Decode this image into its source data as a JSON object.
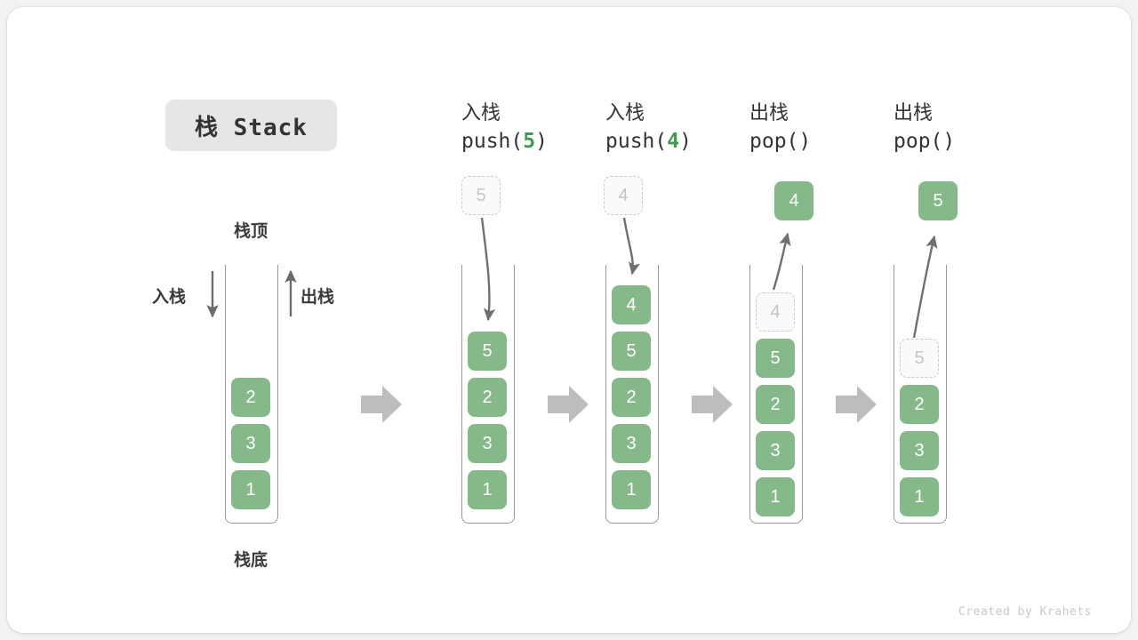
{
  "title": "栈 Stack",
  "labels": {
    "top": "栈顶",
    "bottom": "栈底",
    "push_side": "入栈",
    "pop_side": "出栈"
  },
  "credit": "Created by Krahets",
  "colors": {
    "cell_fill": "#86b98a",
    "cell_text": "#ffffff",
    "ghost_border": "#c9c9c9",
    "ghost_text": "#c4c4c4",
    "accent_value": "#3f9a4f",
    "tube_stroke": "#9a9a9a",
    "arrow_gray": "#bdbdbd",
    "curve_stroke": "#707070",
    "title_chip_bg": "#e6e6e6",
    "card_bg": "#ffffff",
    "page_bg": "#f2f2f2"
  },
  "steps": [
    {
      "id": "initial",
      "caption_cn": "",
      "caption_code": "",
      "caption_value": "",
      "stack": [
        "2",
        "3",
        "1"
      ],
      "floating": null,
      "ghost_in_stack": null,
      "op": "initial"
    },
    {
      "id": "push-5",
      "caption_cn": "入栈",
      "caption_code_prefix": "push(",
      "caption_value": "5",
      "caption_code_suffix": ")",
      "stack": [
        "5",
        "2",
        "3",
        "1"
      ],
      "floating": {
        "value": "5",
        "style": "ghost"
      },
      "ghost_in_stack": null,
      "op": "push"
    },
    {
      "id": "push-4",
      "caption_cn": "入栈",
      "caption_code_prefix": "push(",
      "caption_value": "4",
      "caption_code_suffix": ")",
      "stack": [
        "4",
        "5",
        "2",
        "3",
        "1"
      ],
      "floating": {
        "value": "4",
        "style": "ghost"
      },
      "ghost_in_stack": null,
      "op": "push"
    },
    {
      "id": "pop-4",
      "caption_cn": "出栈",
      "caption_code_prefix": "pop(",
      "caption_value": "",
      "caption_code_suffix": ")",
      "stack": [
        "5",
        "2",
        "3",
        "1"
      ],
      "floating": {
        "value": "4",
        "style": "filled"
      },
      "ghost_in_stack": {
        "value": "4"
      },
      "op": "pop"
    },
    {
      "id": "pop-5",
      "caption_cn": "出栈",
      "caption_code_prefix": "pop(",
      "caption_value": "",
      "caption_code_suffix": ")",
      "stack": [
        "2",
        "3",
        "1"
      ],
      "floating": {
        "value": "5",
        "style": "filled"
      },
      "ghost_in_stack": {
        "value": "5"
      },
      "op": "pop"
    }
  ],
  "separators": [
    "arrow-right-icon",
    "arrow-right-icon",
    "arrow-right-icon",
    "arrow-right-icon"
  ]
}
